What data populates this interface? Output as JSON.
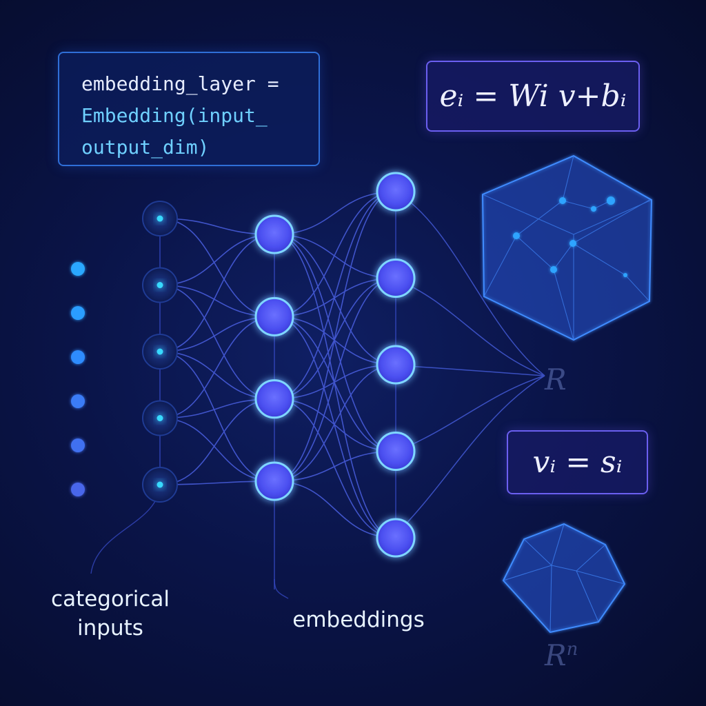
{
  "code": {
    "line1": "embedding_layer =",
    "line2": "Embedding(input_",
    "line3": "output_dim)"
  },
  "formulas": {
    "embedding": "eᵢ = Wi v+bᵢ",
    "vector": "vᵢ = sᵢ"
  },
  "labels": {
    "inputs": "categorical inputs",
    "embeddings": "embeddings"
  },
  "spaces": {
    "r_label": "R",
    "rn_label": "R",
    "rn_exponent": "n"
  },
  "network": {
    "dot_column_count": 6,
    "input_layer_count": 5,
    "hidden_layer_count": 4,
    "embedding_layer_count": 5
  },
  "colors": {
    "background": "#0a1448",
    "node_fill": "#4f52f2",
    "node_ring": "#7fd6ff",
    "input_glow": "#39d9ff",
    "edge": "#4a5fe0",
    "code_border": "#2f6fd8",
    "formula_border": "#6b5ff0"
  }
}
